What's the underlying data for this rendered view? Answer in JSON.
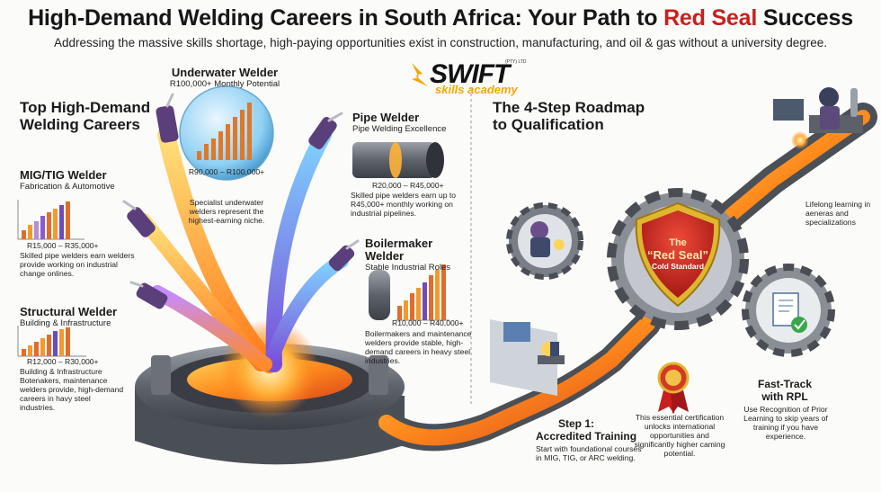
{
  "header": {
    "title_part1": "High-Demand Welding Careers in South Africa: Your Path to ",
    "title_red": "Red Seal",
    "title_part2": " Success",
    "subtitle": "Addressing the massive skills shortage, high-paying opportunities exist in construction, manufacturing, and oil & gas without a university degree."
  },
  "logo": {
    "main": "SWIFT",
    "tag": "skills academy",
    "small": "(PTY) LTD"
  },
  "careers_section": {
    "heading_line1": "Top High-Demand",
    "heading_line2": "Welding Careers"
  },
  "careers": {
    "underwater": {
      "title": "Underwater Welder",
      "subtitle": "R100,000+ Monthly Potential",
      "range": "R90,000 – R100,000+",
      "description": "Specialist underwater welders represent the highest-earning niche."
    },
    "pipe": {
      "title": "Pipe Welder",
      "subtitle": "Pipe Welding Excellence",
      "range": "R20,000 – R45,000+",
      "description": "Skilled pipe welders earn up to R45,000+ monthly working on industrial pipelines."
    },
    "mig_tig": {
      "title": "MIG/TIG Welder",
      "subtitle": "Fabrication & Automotive",
      "range": "R15,000 – R35,000+",
      "description": "Skilled pipe welders earn welders provide working on industrial change onlines."
    },
    "boilermaker": {
      "title": "Boilermaker Welder",
      "subtitle": "Stable Industrial Roles",
      "range": "R10,000 – R40,000+",
      "description": "Boilermakers and maintenance welders provide stable, high-demand careers in heavy steel industries."
    },
    "structural": {
      "title": "Structural Welder",
      "subtitle": "Building & Infrastructure",
      "range": "R12,000 – R30,000+",
      "description": "Building & Infrastructure Botenakers, maintenance welders provide, high-demand careers in havy steel industries."
    }
  },
  "roadmap": {
    "heading_line1": "The 4-Step Roadmap",
    "heading_line2": "to Qualification",
    "badge_line1": "The",
    "badge_line2": "“Red Seal”",
    "badge_line3": "Cold Standard",
    "step1_label": "Step 1:",
    "step1_title": "Accredited Training",
    "step1_text": "Start with foundational courses in MIG, TIG, or ARC welding.",
    "certification_text": "This essential certification unlocks international opportunities and significantly higher caming potential.",
    "rpl_title_line1": "Fast-Track",
    "rpl_title_line2": "with RPL",
    "rpl_text": "Use Recognition of Prior Learning to skip years of training if you have experience.",
    "lifelong_text": "Lifelong learning in aeneras and specializations"
  },
  "colors": {
    "accent_red": "#c8201d",
    "gold": "#f4a70a",
    "steel": "#6d7178",
    "molten": "#f7861c"
  }
}
